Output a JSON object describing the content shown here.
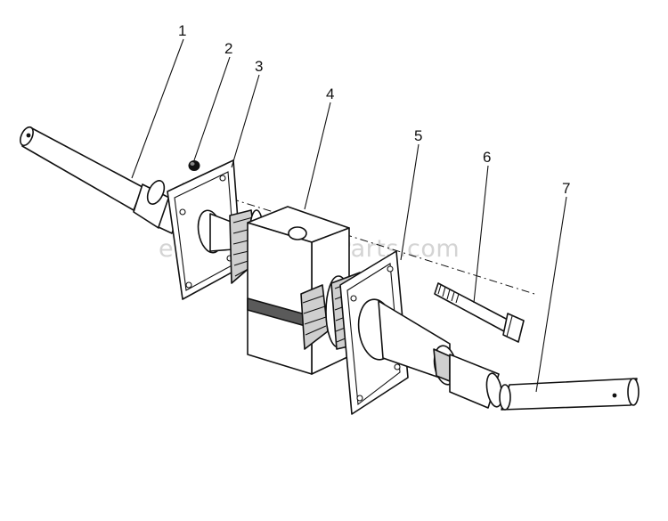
{
  "diagram": {
    "watermark": "eReplacementParts.com",
    "callouts": [
      {
        "id": "1",
        "label": "1"
      },
      {
        "id": "2",
        "label": "2"
      },
      {
        "id": "3",
        "label": "3"
      },
      {
        "id": "4",
        "label": "4"
      },
      {
        "id": "5",
        "label": "5"
      },
      {
        "id": "6",
        "label": "6"
      },
      {
        "id": "7",
        "label": "7"
      }
    ],
    "parts": [
      {
        "callout": "1",
        "part": "shaft-left"
      },
      {
        "callout": "2",
        "part": "nut"
      },
      {
        "callout": "3",
        "part": "bearing-flange-left"
      },
      {
        "callout": "4",
        "part": "gearbox-housing"
      },
      {
        "callout": "5",
        "part": "bearing-flange-right"
      },
      {
        "callout": "6",
        "part": "bolt"
      },
      {
        "callout": "7",
        "part": "shaft-right"
      }
    ]
  }
}
